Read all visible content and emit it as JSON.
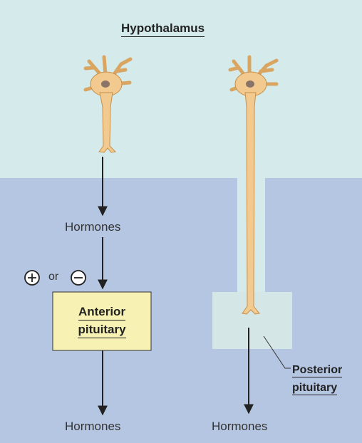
{
  "diagram": {
    "title": "Hypothalamus",
    "hormones_upper": "Hormones",
    "regulation_plus": "+",
    "regulation_or": "or",
    "regulation_minus": "−",
    "anterior_line1": "Anterior",
    "anterior_line2": "pituitary",
    "hormones_lower_left": "Hormones",
    "hormones_lower_right": "Hormones",
    "posterior_line1": "Posterior",
    "posterior_line2": "pituitary"
  },
  "colors": {
    "hypothalamus_region": "#d5eaea",
    "pituitary_region": "#b5c6e2",
    "posterior_lobe": "#d4e7e6",
    "anterior_box": "#f7f1b4",
    "neuron_fill": "#f2c98e",
    "neuron_outline": "#c7904a",
    "nucleus": "#8a7468",
    "arrow": "#222222"
  }
}
